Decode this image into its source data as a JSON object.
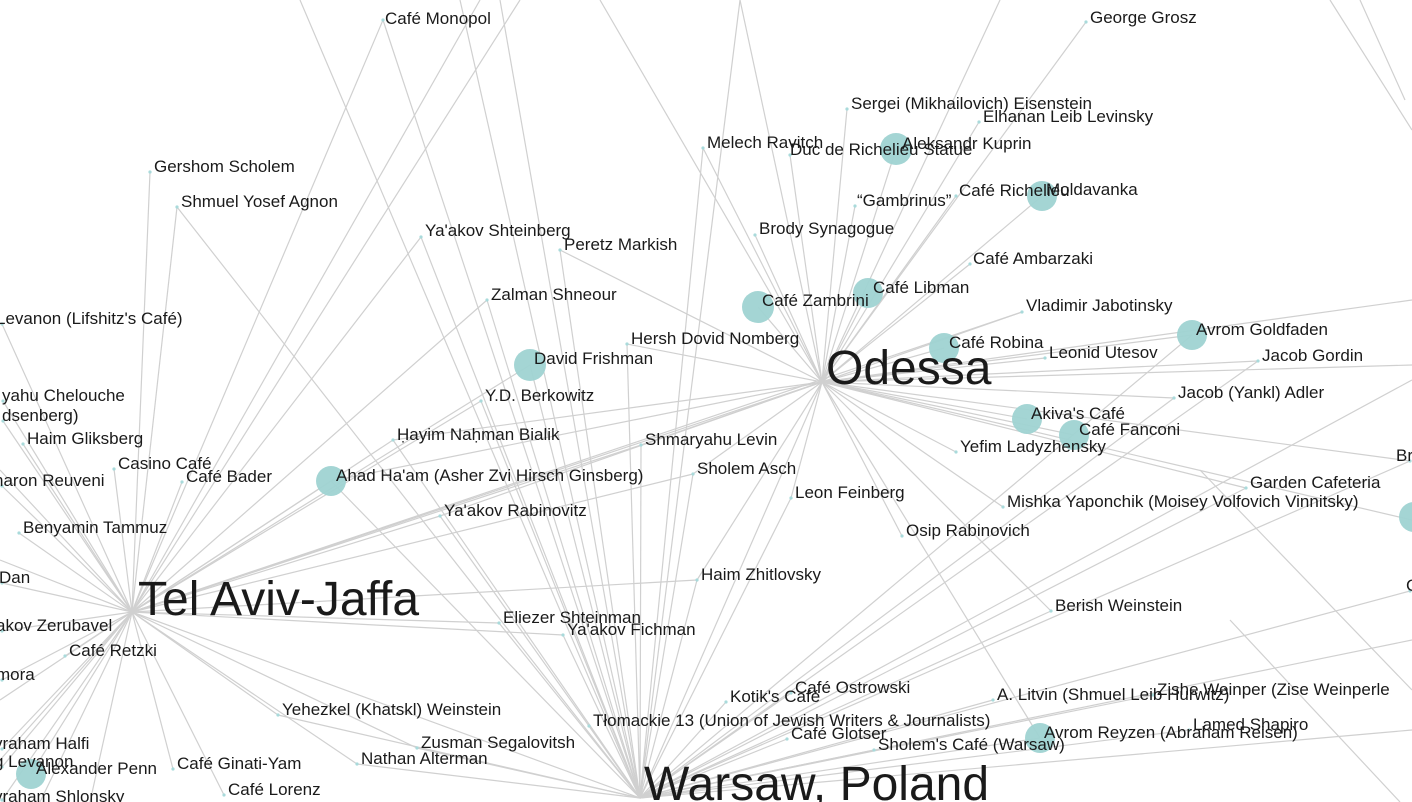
{
  "colors": {
    "edge": "#d0d0d0",
    "node": "#9fd3d2",
    "text": "#1a1a1a"
  },
  "hubs": {
    "odessa": "Odessa",
    "tel_aviv": "Tel Aviv-Jaffa",
    "warsaw": "Warsaw, Poland"
  },
  "nodes": [
    "Café Monopol",
    "George Grosz",
    "Gershom Scholem",
    "Shmuel Yosef Agnon",
    "Sergei (Mikhailovich) Eisenstein",
    "Elhanan Leib Levinsky",
    "Melech Ravitch",
    "Duc de Richelieu Statue",
    "Aleksandr Kuprin",
    "“Gambrinus”",
    "Café Richelieu",
    "Moldavanka",
    "Ya'akov Shteinberg",
    "Peretz Markish",
    "Brody Synagogue",
    "Café Ambarzaki",
    "Café Libman",
    "Café Zambrini",
    "Zalman Shneour",
    "Vladimir Jabotinsky",
    "Levanon (Lifshitz's Café)",
    "Hersh Dovid Nomberg",
    "Café Robina",
    "Avrom Goldfaden",
    "David Frishman",
    "Leonid Utesov",
    "Jacob Gordin",
    "yahu Chelouche",
    "dsenberg)",
    "Y.D. Berkowitz",
    "Jacob (Yankl) Adler",
    "Akiva's Café",
    "Haim Gliksberg",
    "Ḥayim Naḥman Bialik",
    "Café Fanconi",
    "Shmaryahu Levin",
    "Yefim Ladyzhensky",
    "Casino Café",
    "haron Reuveni",
    "Café Bader",
    "Ahad Ha'am  (Asher Zvi Hirsch Ginsberg)",
    "Sholem Asch",
    "Garden Cafeteria",
    "Leon Feinberg",
    "Br",
    "Mishka Yaponchik (Moisey Volfovich Vinnitsky)",
    "Ya'akov Rabinovitz",
    "Osip Rabinovich",
    "Benyamin Tammuz",
    "Dan",
    "Haim Zhitlovsky",
    "C",
    "Berish Weinstein",
    "Eliezer Shteinman",
    "akov Zerubavel",
    "Ya'akov Fichman",
    "Café Retzki",
    "mora",
    "Café Ostrowski",
    "Kotik's Café",
    "A. Litvin (Shmuel Leib Hurwitz)",
    "Zishe Weinper (Zise Weinperle",
    "Yehezkel (Khatskl) Weinstein",
    "Tłomackie 13 (Union of Jewish Writers & Journalists)",
    "Lamed Shapiro",
    "Café Glotser",
    "Avrom Reyzen (Abraham Reisen)",
    "vraham Halfi",
    "Zusman Segalovitsh",
    "Sholem's Café (Warsaw)",
    "g Levanon",
    "Alexander Penn",
    "Café Ginati-Yam",
    "Nathan Alterman",
    "vraham Shlonsky",
    "Café Lorenz"
  ]
}
